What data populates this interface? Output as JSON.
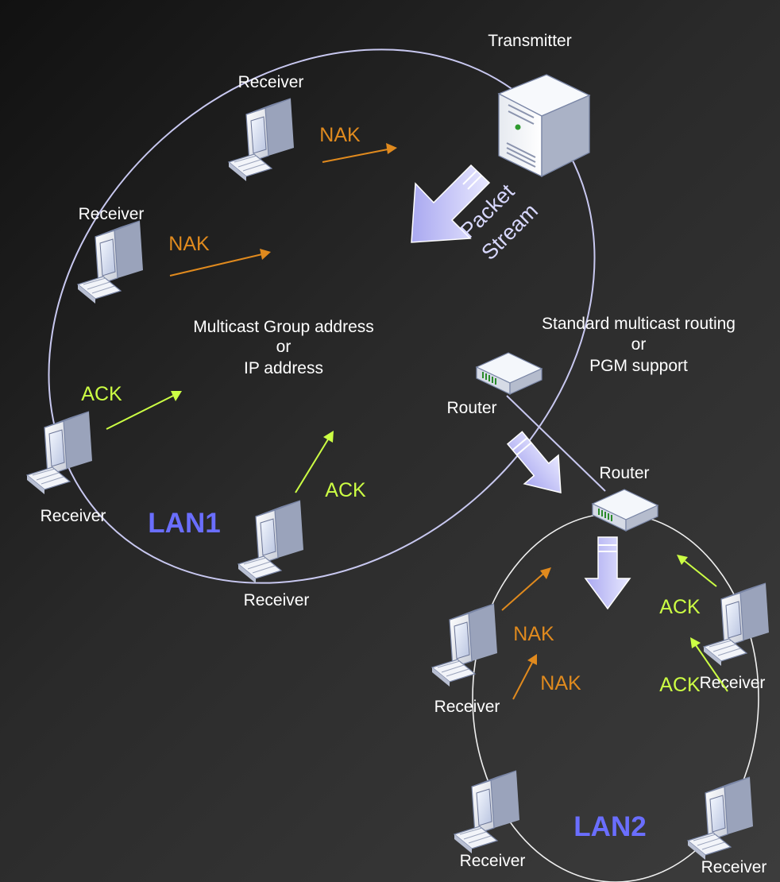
{
  "nodes": {
    "transmitter": "Transmitter",
    "receiver": "Receiver",
    "router": "Router"
  },
  "messages": {
    "nak": "NAK",
    "ack": "ACK"
  },
  "stream": {
    "line1": "Packet",
    "line2": "Stream"
  },
  "address_note": {
    "line1": "Multicast Group address",
    "line2": "or",
    "line3": "IP address"
  },
  "routing_note": {
    "line1": "Standard multicast routing",
    "line2": "or",
    "line3": "PGM support"
  },
  "lans": {
    "lan1": "LAN1",
    "lan2": "LAN2"
  },
  "colors": {
    "nak": "#e08a1e",
    "ack": "#ccff44",
    "lan_label": "#6a6eff",
    "lan1_outline": "#c8c8f0",
    "lan2_outline": "#f0f0f0"
  }
}
